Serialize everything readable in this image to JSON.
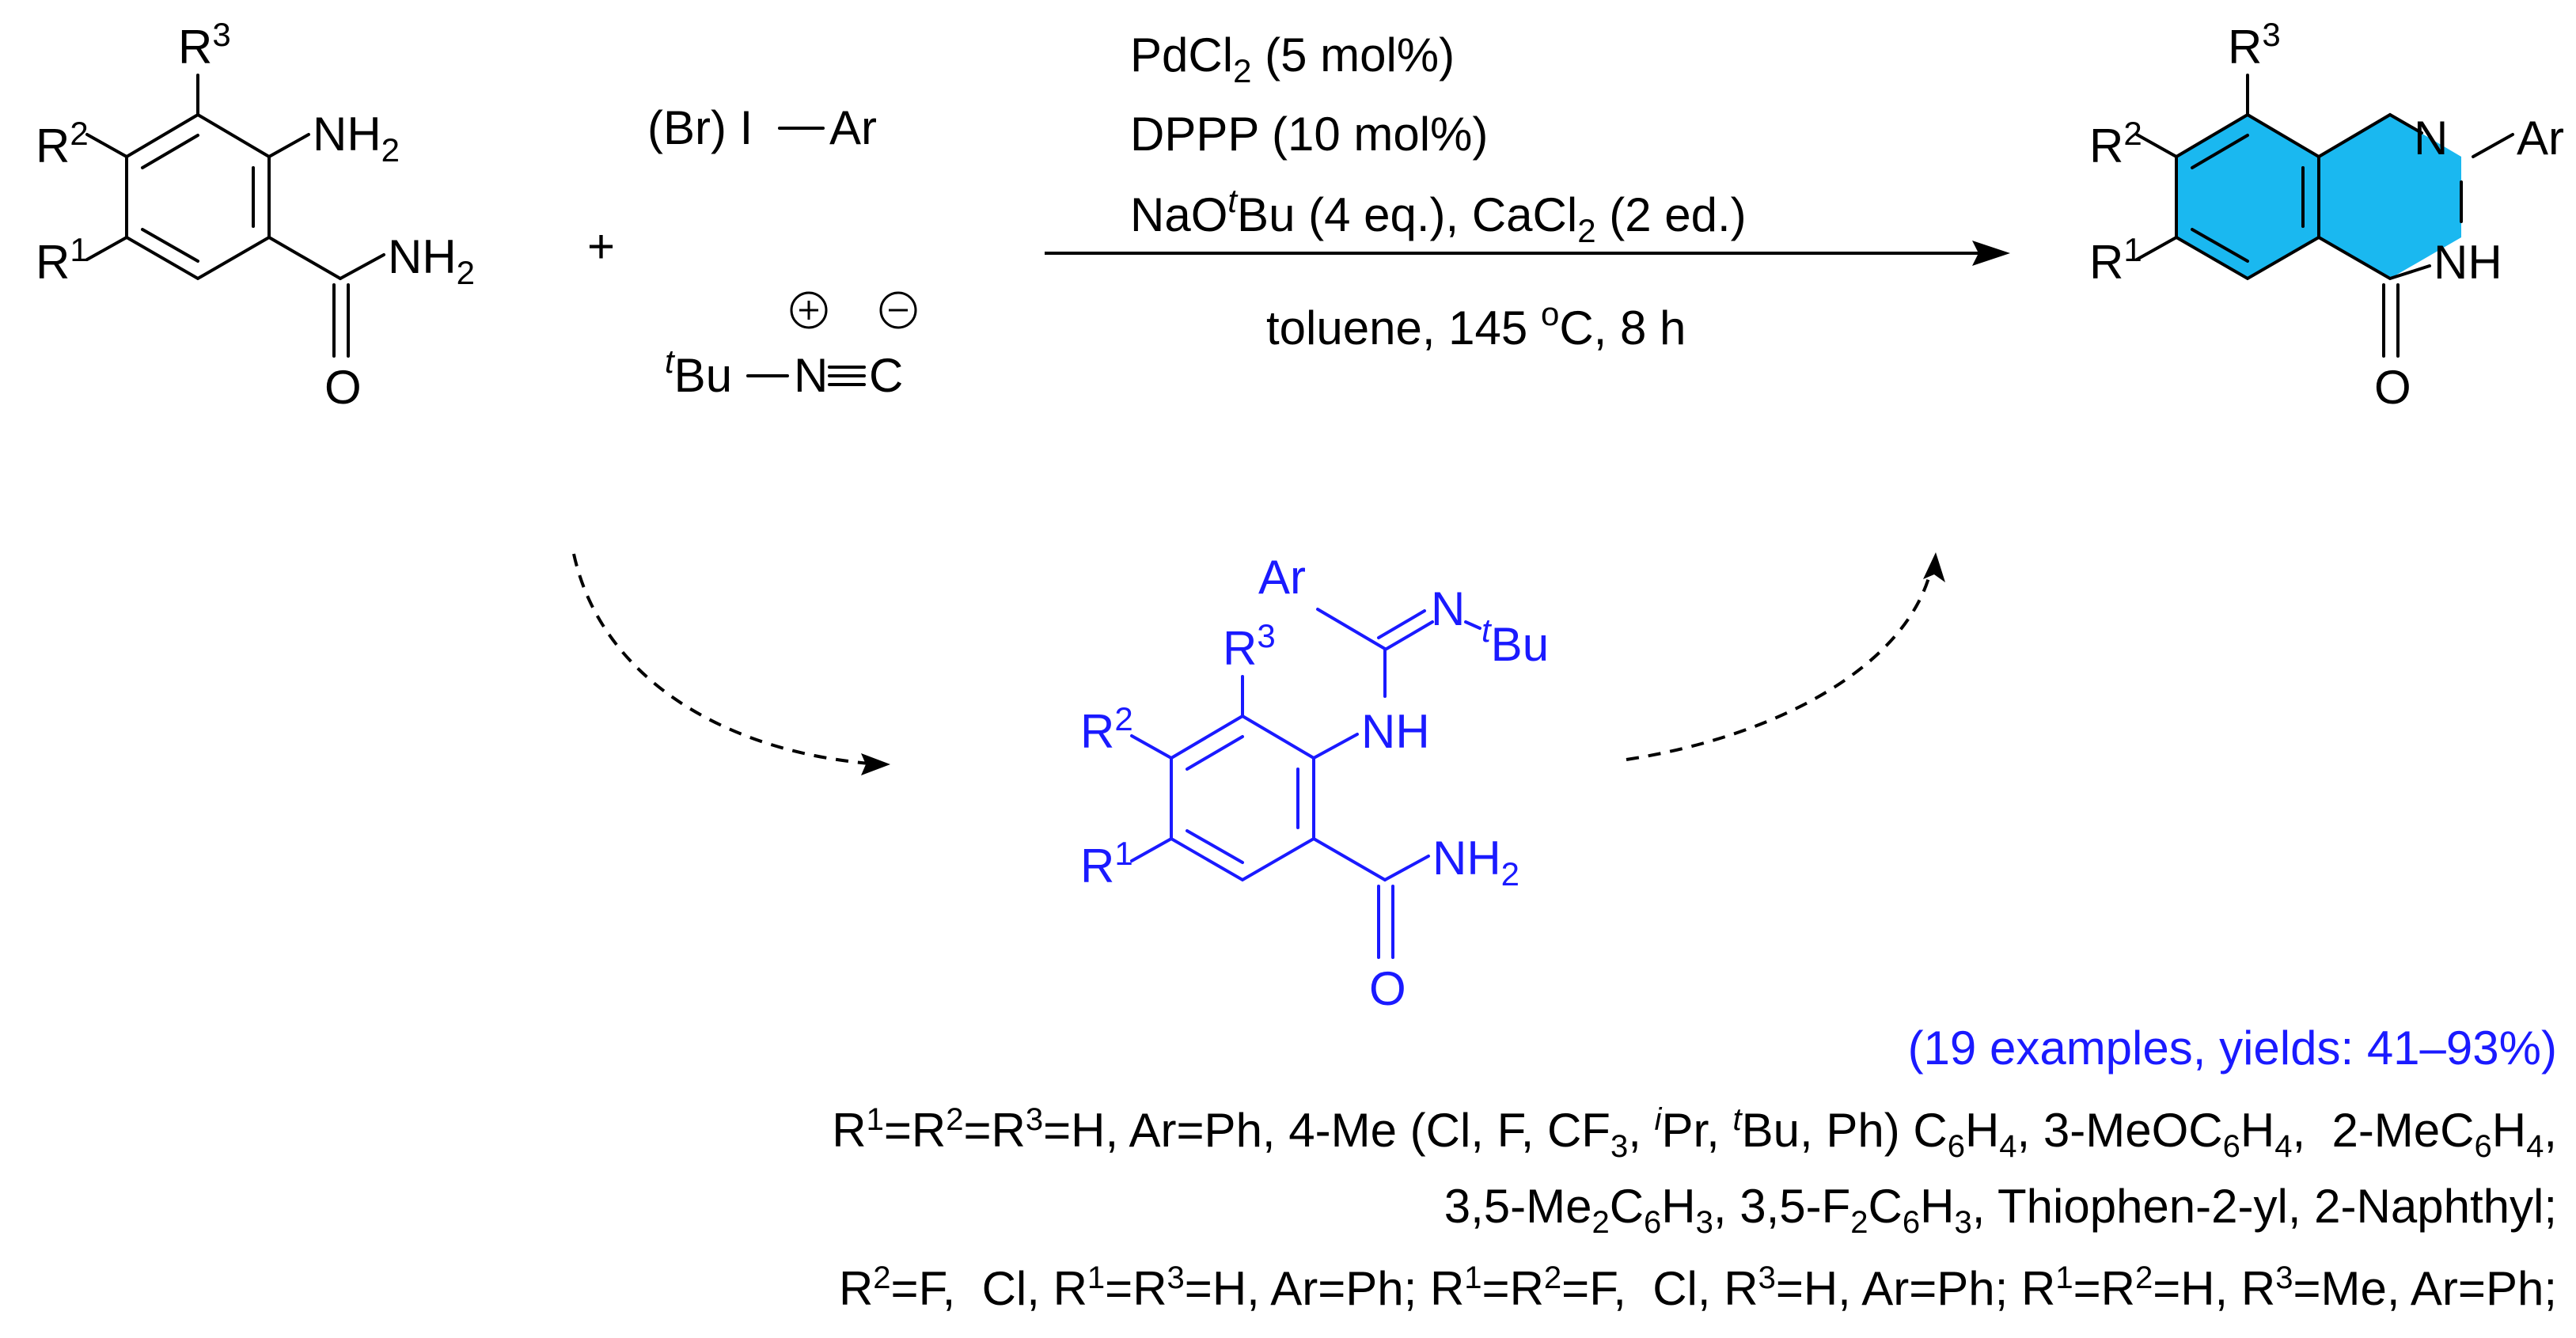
{
  "reagents": {
    "r1": "R",
    "r2": "R",
    "r3": "R",
    "nh2": "NH",
    "two": "2",
    "o": "O",
    "one": "1",
    "twoSup": "2",
    "threeSup": "3"
  },
  "partner": {
    "haloarene": "(Br) I",
    "ar": "Ar",
    "plus": "+",
    "isocyanide_prefix": "t",
    "isocyanide_bu": "Bu",
    "n": "N",
    "c": "C",
    "plus_charge": "+",
    "minus_charge": "−"
  },
  "conditions": {
    "line1": "PdCl",
    "line1_sub": "2",
    "line1_tail": " (5 mol%)",
    "line2": "DPPP (10 mol%)",
    "line3a": "NaO",
    "line3_t": "t",
    "line3b": "Bu (4 eq.), CaCl",
    "line3_sub": "2",
    "line3c": " (2 ed.)",
    "below": "toluene, 145 ",
    "below_deg": "o",
    "below_tail": "C, 8 h"
  },
  "product": {
    "n": "N",
    "nh": "NH",
    "o": "O",
    "ar": "Ar"
  },
  "intermediate": {
    "ar": "Ar",
    "n": "N",
    "tbu_t": "t",
    "tbu": "Bu",
    "nh": "NH",
    "nh2": "NH",
    "o": "O"
  },
  "summary": {
    "examples": "(19 examples, yields: 41–93%)"
  },
  "scope": {
    "line1": "R<sup>1</sup>=R<sup>2</sup>=R<sup>3</sup>=H, Ar=Ph, 4-Me (Cl, F, CF<sub>3</sub>, <sup><i>i</i></sup>Pr, <sup><i>t</i></sup>Bu, Ph) C<sub>6</sub>H<sub>4</sub>, 3-MeOC<sub>6</sub>H<sub>4</sub>,&nbsp; 2-MeC<sub>6</sub>H<sub>4</sub>,",
    "line2": "3,5-Me<sub>2</sub>C<sub>6</sub>H<sub>3</sub>, 3,5-F<sub>2</sub>C<sub>6</sub>H<sub>3</sub>, Thiophen-2-yl, 2-Naphthyl;",
    "line3": "R<sup>2</sup>=F,&nbsp; Cl, R<sup>1</sup>=R<sup>3</sup>=H, Ar=Ph; R<sup>1</sup>=R<sup>2</sup>=F,&nbsp; Cl, R<sup>3</sup>=H, Ar=Ph; R<sup>1</sup>=R<sup>2</sup>=H, R<sup>3</sup>=Me, Ar=Ph;"
  },
  "colors": {
    "text": "#000000",
    "intermediate": "#1a1aff",
    "product_highlight": "#1ab8f0"
  }
}
